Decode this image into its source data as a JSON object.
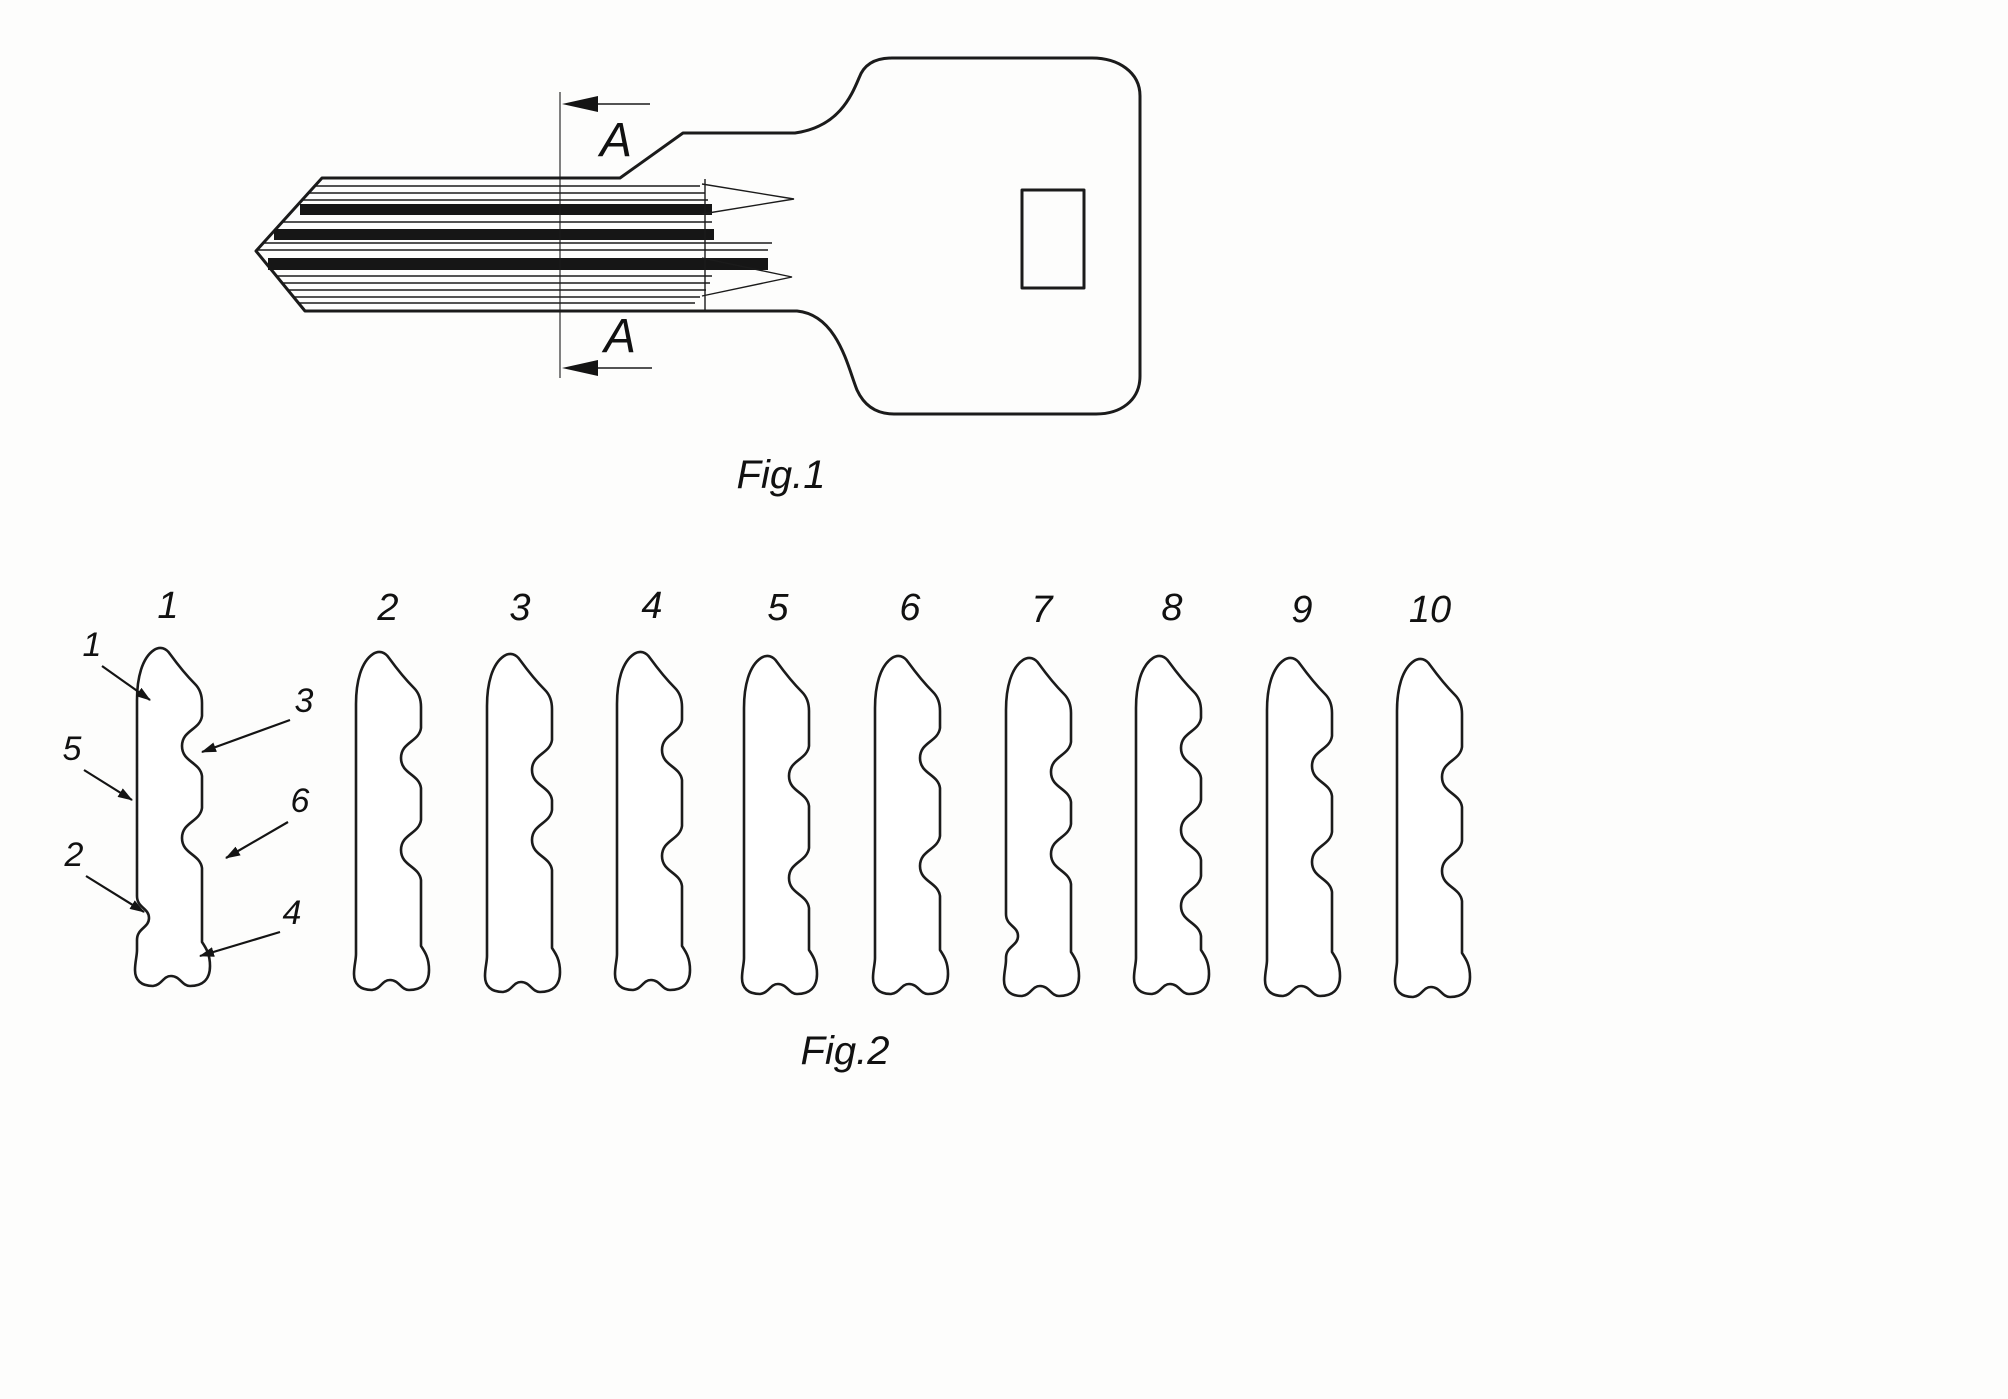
{
  "figure1": {
    "caption": "Fig.1",
    "section_labels": {
      "top": "A",
      "bottom": "A"
    }
  },
  "figure2": {
    "caption": "Fig.2",
    "profile_numbers": [
      "1",
      "2",
      "3",
      "4",
      "5",
      "6",
      "7",
      "8",
      "9",
      "10"
    ],
    "annotation_labels": [
      "1",
      "3",
      "5",
      "6",
      "2",
      "4"
    ]
  }
}
